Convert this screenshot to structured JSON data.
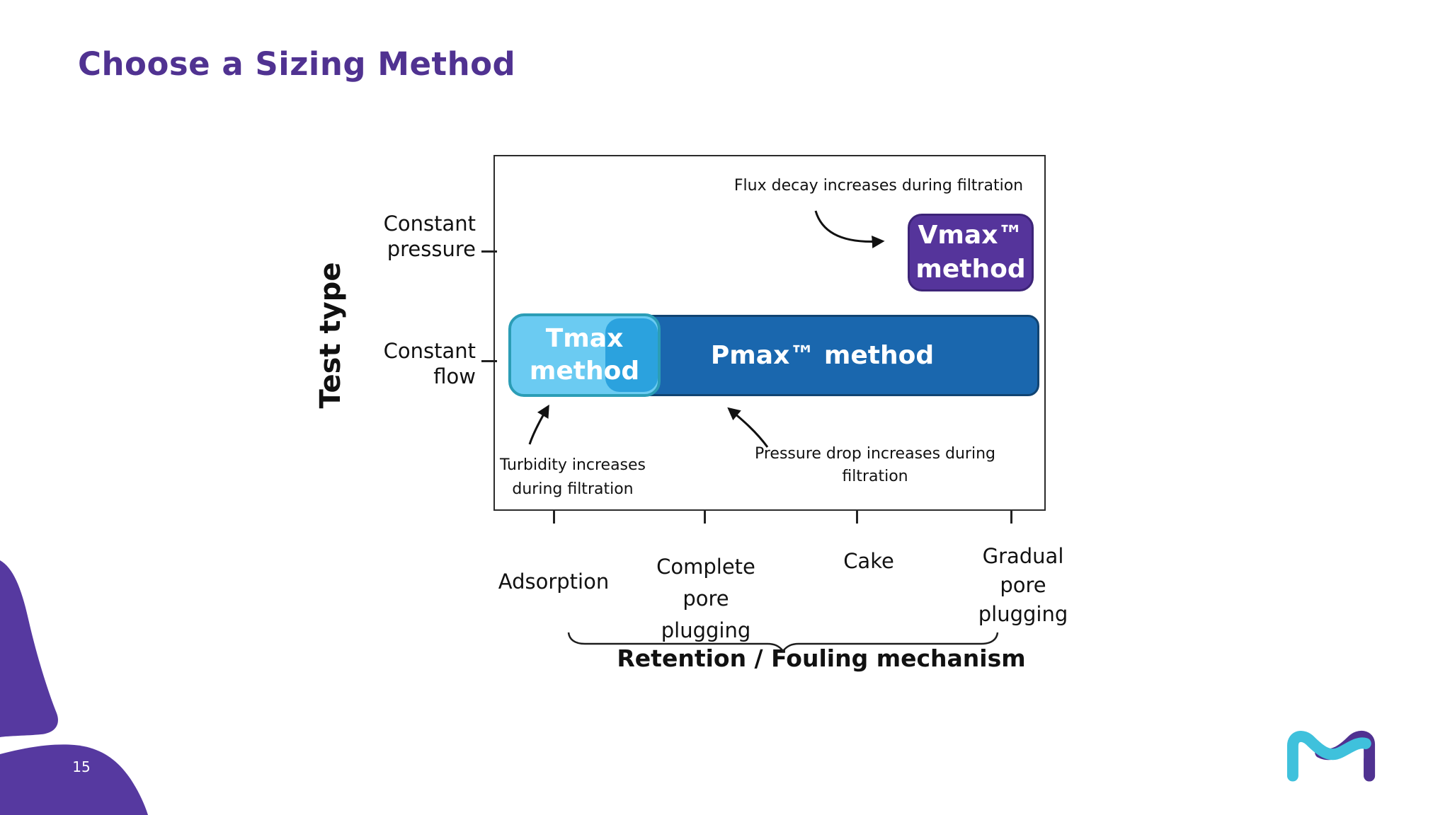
{
  "slide": {
    "title": "Choose a Sizing Method",
    "page_number": "15"
  },
  "figure": {
    "y_axis_label": "Test type",
    "x_axis_label": "Retention / Fouling mechanism",
    "y_ticks": [
      {
        "line1": "Constant",
        "line2": "pressure"
      },
      {
        "line1": "Constant",
        "line2": "flow"
      }
    ],
    "x_ticks": [
      {
        "label_lines": [
          "Adsorption"
        ]
      },
      {
        "label_lines": [
          "Complete",
          "pore",
          "plugging"
        ]
      },
      {
        "label_lines": [
          "Cake"
        ]
      },
      {
        "label_lines": [
          "Gradual",
          "pore",
          "plugging"
        ]
      }
    ],
    "methods": {
      "vmax": {
        "line1": "Vmax™",
        "line2": "method"
      },
      "tmax": {
        "line1": "Tmax",
        "line2": "method"
      },
      "pmax": {
        "label": "Pmax™ method"
      }
    },
    "method_spans": [
      {
        "method": "Vmax™ method",
        "test_type": "Constant pressure",
        "x_range": [
          "Cake",
          "Gradual pore plugging"
        ]
      },
      {
        "method": "Tmax method",
        "test_type": "Constant flow",
        "x_range": [
          "Adsorption",
          "Complete pore plugging"
        ]
      },
      {
        "method": "Pmax™ method",
        "test_type": "Constant flow",
        "x_range": [
          "Complete pore plugging",
          "Gradual pore plugging"
        ]
      }
    ],
    "annotations": {
      "flux_decay": {
        "lines": [
          "Flux decay increases during filtration"
        ]
      },
      "turbidity": {
        "lines": [
          "Turbidity increases",
          "during filtration"
        ]
      },
      "pressure_drop": {
        "lines": [
          "Pressure drop increases during",
          "filtration"
        ]
      }
    }
  },
  "colors": {
    "brand_purple": "#503291",
    "brand_teal": "#3FC1DC",
    "vmax_fill": "#55349B",
    "vmax_border": "#3D2478",
    "tmax_fill": "#6BCBF2",
    "tmax_overlap_fill": "#2BA2DE",
    "tmax_border": "#2B9DB6",
    "pmax_fill": "#1A67AE",
    "pmax_border": "#114472"
  },
  "logo": {
    "name": "Merck M logo"
  }
}
